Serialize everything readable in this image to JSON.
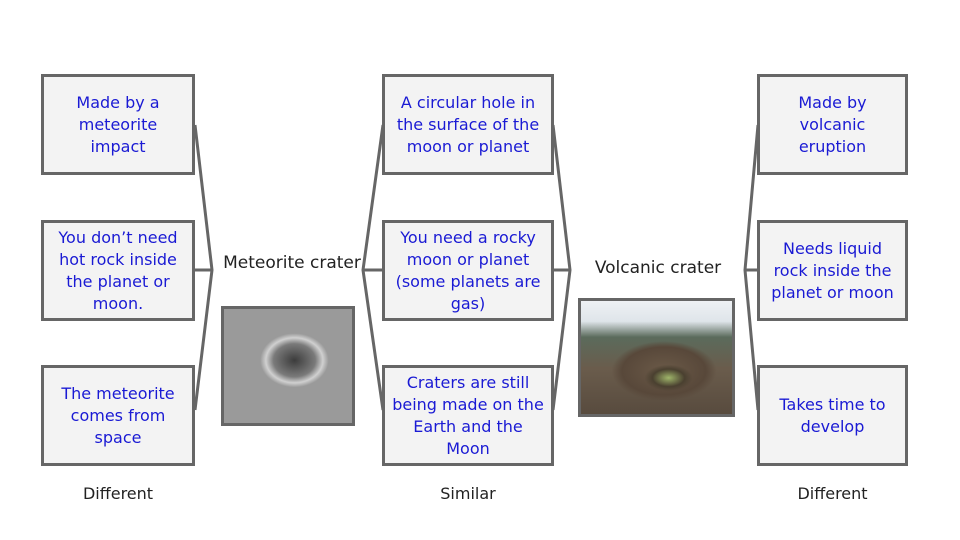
{
  "left": {
    "boxes": [
      "Made by a meteorite impact",
      "You don’t need hot rock inside the planet or moon.",
      "The meteorite comes from space"
    ],
    "footer": "Different"
  },
  "meteorite": {
    "label": "Meteorite crater",
    "image_alt": "meteorite-crater-photo"
  },
  "middle": {
    "boxes": [
      "A circular hole in the surface of the moon or planet",
      "You need a rocky moon or planet (some planets are gas)",
      "Craters are still being made on the Earth and the Moon"
    ],
    "footer": "Similar"
  },
  "volcanic": {
    "label": "Volcanic crater",
    "image_alt": "volcanic-crater-photo"
  },
  "right": {
    "boxes": [
      "Made by volcanic eruption",
      "Needs liquid rock inside the planet or moon",
      "Takes time to develop"
    ],
    "footer": "Different"
  },
  "colors": {
    "box_text": "#1a1ad4",
    "box_border": "#666666",
    "box_fill": "#f3f3f3"
  }
}
